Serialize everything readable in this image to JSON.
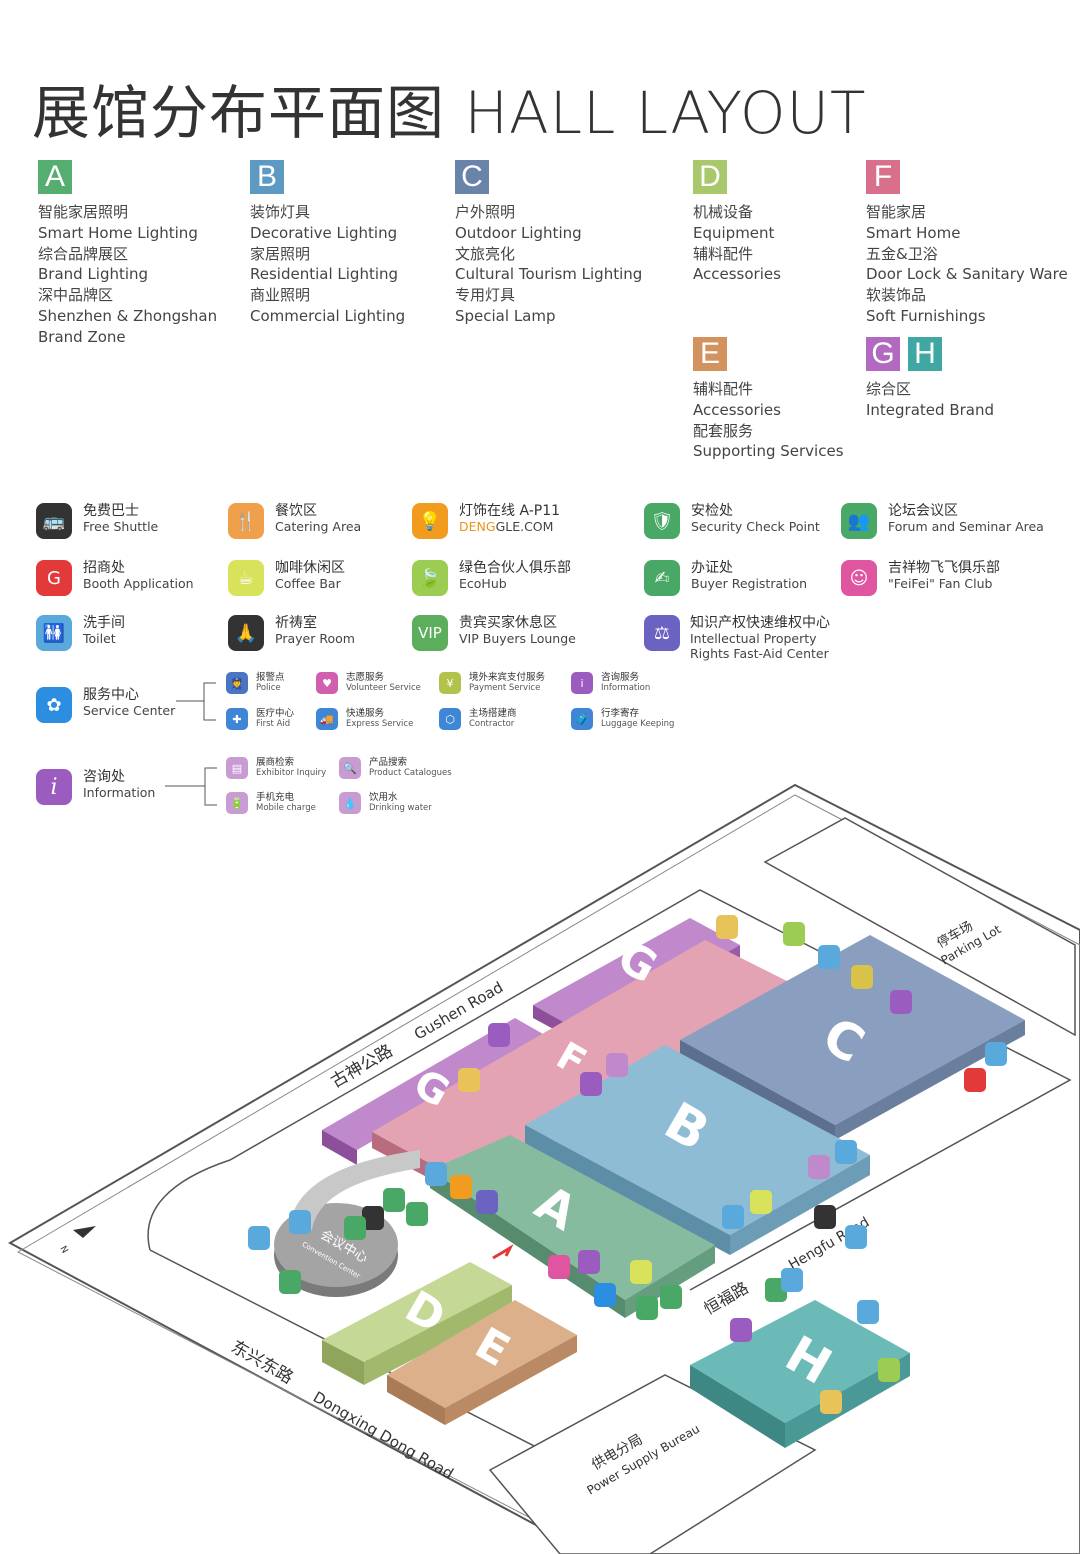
{
  "title": "展馆分布平面图 HALL LAYOUT",
  "zones": [
    {
      "letters": [
        "A"
      ],
      "colors": [
        "#55ad6f"
      ],
      "lines": [
        "智能家居照明",
        "Smart Home Lighting",
        "综合品牌展区",
        "Brand Lighting",
        "深中品牌区",
        "Shenzhen & Zhongshan",
        "Brand Zone"
      ]
    },
    {
      "letters": [
        "B"
      ],
      "colors": [
        "#5d9ac3"
      ],
      "lines": [
        "装饰灯具",
        "Decorative Lighting",
        "家居照明",
        "Residential Lighting",
        "商业照明",
        "Commercial Lighting"
      ]
    },
    {
      "letters": [
        "C"
      ],
      "colors": [
        "#6a83a8"
      ],
      "lines": [
        "户外照明",
        "Outdoor Lighting",
        "文旅亮化",
        "Cultural Tourism Lighting",
        "专用灯具",
        "Special Lamp"
      ]
    },
    {
      "letters": [
        "D"
      ],
      "colors": [
        "#a9c76b"
      ],
      "lines": [
        "机械设备",
        "Equipment",
        "辅料配件",
        "Accessories"
      ]
    },
    {
      "letters": [
        "F"
      ],
      "colors": [
        "#d9708b"
      ],
      "lines": [
        "智能家居",
        "Smart Home",
        "五金&卫浴",
        "Door Lock & Sanitary Ware",
        "软装饰品",
        "Soft Furnishings"
      ]
    },
    {
      "letters": [
        "E"
      ],
      "colors": [
        "#d2935e"
      ],
      "lines": [
        "辅料配件",
        "Accessories",
        "配套服务",
        "Supporting Services"
      ]
    },
    {
      "letters": [
        "G",
        "H"
      ],
      "colors": [
        "#b26ac0",
        "#3fa8a3"
      ],
      "lines": [
        "综合区",
        "Integrated Brand"
      ]
    }
  ],
  "facilities": [
    {
      "icon": "bus-icon",
      "glyph": "🚌",
      "color": "#333333",
      "zh": "免费巴士",
      "en": "Free Shuttle"
    },
    {
      "icon": "fork-knife-icon",
      "glyph": "🍴",
      "color": "#f0a04b",
      "zh": "餐饮区",
      "en": "Catering Area"
    },
    {
      "icon": "bulb-icon",
      "glyph": "💡",
      "color": "#f29c1f",
      "zh": "灯饰在线  A-P11",
      "en_a": "DENG",
      "en_b": "GLE.COM"
    },
    {
      "icon": "security-icon",
      "glyph": "🛡",
      "color": "#4aa866",
      "zh": "安检处",
      "en": "Security Check Point"
    },
    {
      "icon": "forum-icon",
      "glyph": "👥",
      "color": "#4aa866",
      "zh": "论坛会议区",
      "en": "Forum and Seminar Area"
    },
    {
      "icon": "gilf-icon",
      "glyph": "G",
      "color": "#e23a3a",
      "zh": "招商处",
      "en": "Booth Application"
    },
    {
      "icon": "coffee-icon",
      "glyph": "☕",
      "color": "#d8e25a",
      "zh": "咖啡休闲区",
      "en": "Coffee Bar"
    },
    {
      "icon": "ecohub-icon",
      "glyph": "🍃",
      "color": "#9ccc52",
      "zh": "绿色合伙人俱乐部",
      "en": "EcoHub"
    },
    {
      "icon": "registration-icon",
      "glyph": "✍",
      "color": "#4aa866",
      "zh": "办证处",
      "en": "Buyer Registration"
    },
    {
      "icon": "feifei-icon",
      "glyph": "☺",
      "color": "#e055a0",
      "zh": "吉祥物飞飞俱乐部",
      "en": "\"FeiFei\" Fan Club"
    },
    {
      "icon": "toilet-icon",
      "glyph": "🚻",
      "color": "#5aa9dd",
      "zh": "洗手间",
      "en": "Toilet"
    },
    {
      "icon": "prayer-icon",
      "glyph": "🙏",
      "color": "#333333",
      "zh": "祈祷室",
      "en": "Prayer Room"
    },
    {
      "icon": "vip-icon",
      "glyph": "VIP",
      "color": "#5cae5c",
      "zh": "贵宾买家休息区",
      "en": "VIP Buyers Lounge"
    },
    {
      "icon": "ip-icon",
      "glyph": "⚖",
      "color": "#6b63c2",
      "zh": "知识产权快速维权中心",
      "en": "Intellectual Property",
      "en2": "Rights Fast-Aid Center"
    }
  ],
  "service_center": {
    "zh": "服务中心",
    "en": "Service Center",
    "color": "#2c8ee0",
    "items": [
      {
        "icon": "police-icon",
        "glyph": "👮",
        "color": "#4a74c4",
        "zh": "报警点",
        "en": "Police"
      },
      {
        "icon": "volunteer-icon",
        "glyph": "♥",
        "color": "#d05fb0",
        "zh": "志愿服务",
        "en": "Volunteer Service"
      },
      {
        "icon": "payment-icon",
        "glyph": "¥",
        "color": "#b3c24a",
        "zh": "境外来宾支付服务",
        "en": "Payment Service"
      },
      {
        "icon": "information-icon",
        "glyph": "i",
        "color": "#9b5cc0",
        "zh": "咨询服务",
        "en": "Information"
      },
      {
        "icon": "first-aid-icon",
        "glyph": "✚",
        "color": "#3f86d6",
        "zh": "医疗中心",
        "en": "First Aid"
      },
      {
        "icon": "express-icon",
        "glyph": "🚚",
        "color": "#3f86d6",
        "zh": "快递服务",
        "en": "Express Service"
      },
      {
        "icon": "contractor-icon",
        "glyph": "⬡",
        "color": "#3f86d6",
        "zh": "主场搭建商",
        "en": "Contractor"
      },
      {
        "icon": "luggage-icon",
        "glyph": "🧳",
        "color": "#3f86d6",
        "zh": "行李寄存",
        "en": "Luggage Keeping"
      }
    ]
  },
  "information": {
    "zh": "咨询处",
    "en": "Information",
    "color": "#9b5cc0",
    "items": [
      {
        "icon": "exhibitor-inquiry-icon",
        "glyph": "▤",
        "color": "#c89bd3",
        "zh": "展商检索",
        "en": "Exhibitor Inquiry"
      },
      {
        "icon": "catalogue-search-icon",
        "glyph": "🔍",
        "color": "#c89bd3",
        "zh": "产品搜索",
        "en": "Product Catalogues"
      },
      {
        "icon": "mobile-charge-icon",
        "glyph": "🔋",
        "color": "#c89bd3",
        "zh": "手机充电",
        "en": "Mobile charge"
      },
      {
        "icon": "drinking-water-icon",
        "glyph": "💧",
        "color": "#c89bd3",
        "zh": "饮用水",
        "en": "Drinking water"
      }
    ]
  },
  "map": {
    "halls": {
      "A": "A",
      "B": "B",
      "C": "C",
      "D": "D",
      "E": "E",
      "F": "F",
      "G1": "G",
      "G2": "G",
      "H": "H"
    },
    "colors": {
      "A": "#6fa98a",
      "B": "#7aabc6",
      "C": "#7189ab",
      "D": "#b6cc7e",
      "E": "#cf9e74",
      "F": "#d88a9c",
      "G": "#a667b3",
      "H": "#4fa3a0"
    },
    "parking": "停车场",
    "parking_en": "Parking Lot",
    "gushen": "古神公路",
    "gushen_en": "Gushen Road",
    "hengfu": "恒福路",
    "hengfu_en": "Hengfu Road",
    "dongxing": "东兴东路",
    "dongxing_en": "Dongxing Dong Road",
    "power": "供电分局",
    "power_en": "Power Supply Bureau",
    "convention": "会议中心",
    "convention_en": "Convention Center",
    "north": "N"
  }
}
